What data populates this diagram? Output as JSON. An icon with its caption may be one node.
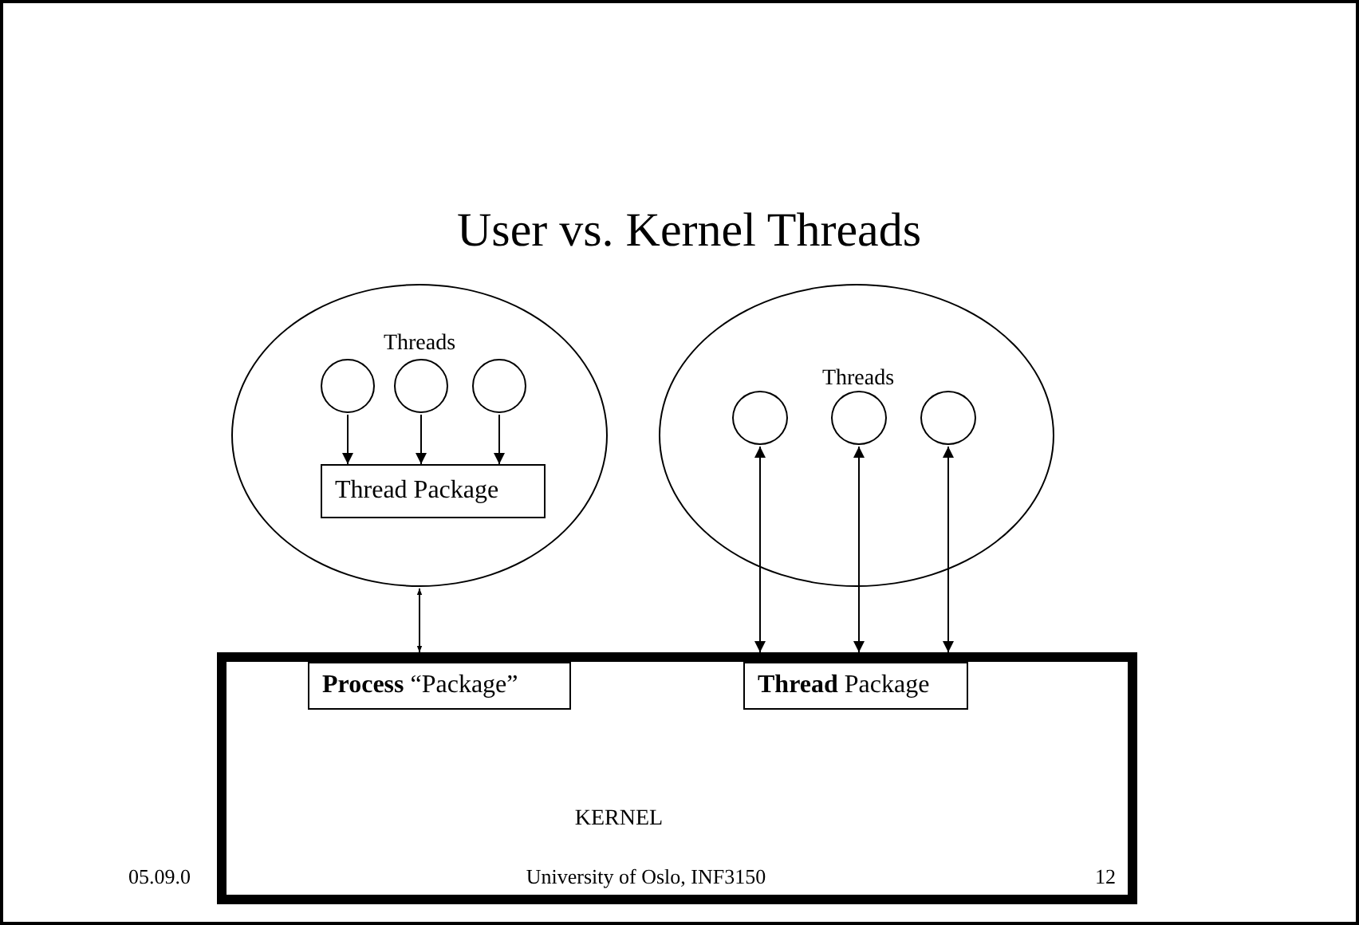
{
  "diagram": {
    "title": "User vs. Kernel Threads",
    "nodes": [
      {
        "text": [
          "Threads"
        ]
      },
      {
        "text": [],
        "shape": "circle",
        "in": 0
      },
      {
        "text": [],
        "shape": "circle",
        "in": 0
      },
      {
        "text": [],
        "shape": "circle",
        "in": 0
      },
      {
        "text": [
          "Thread Package"
        ],
        "in": 0
      },
      {
        "text": [
          "Threads"
        ]
      },
      {
        "text": [],
        "shape": "circle",
        "in": 5
      },
      {
        "text": [],
        "shape": "circle",
        "in": 5
      },
      {
        "text": [],
        "shape": "circle",
        "in": 5
      },
      {
        "text": [
          "KERNEL"
        ]
      },
      {
        "text": [
          "**Process** “Package”"
        ],
        "in": 9
      },
      {
        "text": [
          "**Thread** Package"
        ],
        "in": 9
      }
    ],
    "edges": [
      {
        "from": 1,
        "to": 4,
        "arrow": "to"
      },
      {
        "from": 2,
        "to": 4,
        "arrow": "to"
      },
      {
        "from": 3,
        "to": 4,
        "arrow": "to"
      },
      {
        "from": 0,
        "to": 10,
        "arrow": "both"
      },
      {
        "from": 6,
        "to": 11,
        "arrow": "both"
      },
      {
        "from": 7,
        "to": 11,
        "arrow": "both"
      },
      {
        "from": 8,
        "to": 11,
        "arrow": "both"
      }
    ],
    "labels": [
      "05.09.0",
      "University of Oslo, INF3150",
      "12"
    ]
  }
}
